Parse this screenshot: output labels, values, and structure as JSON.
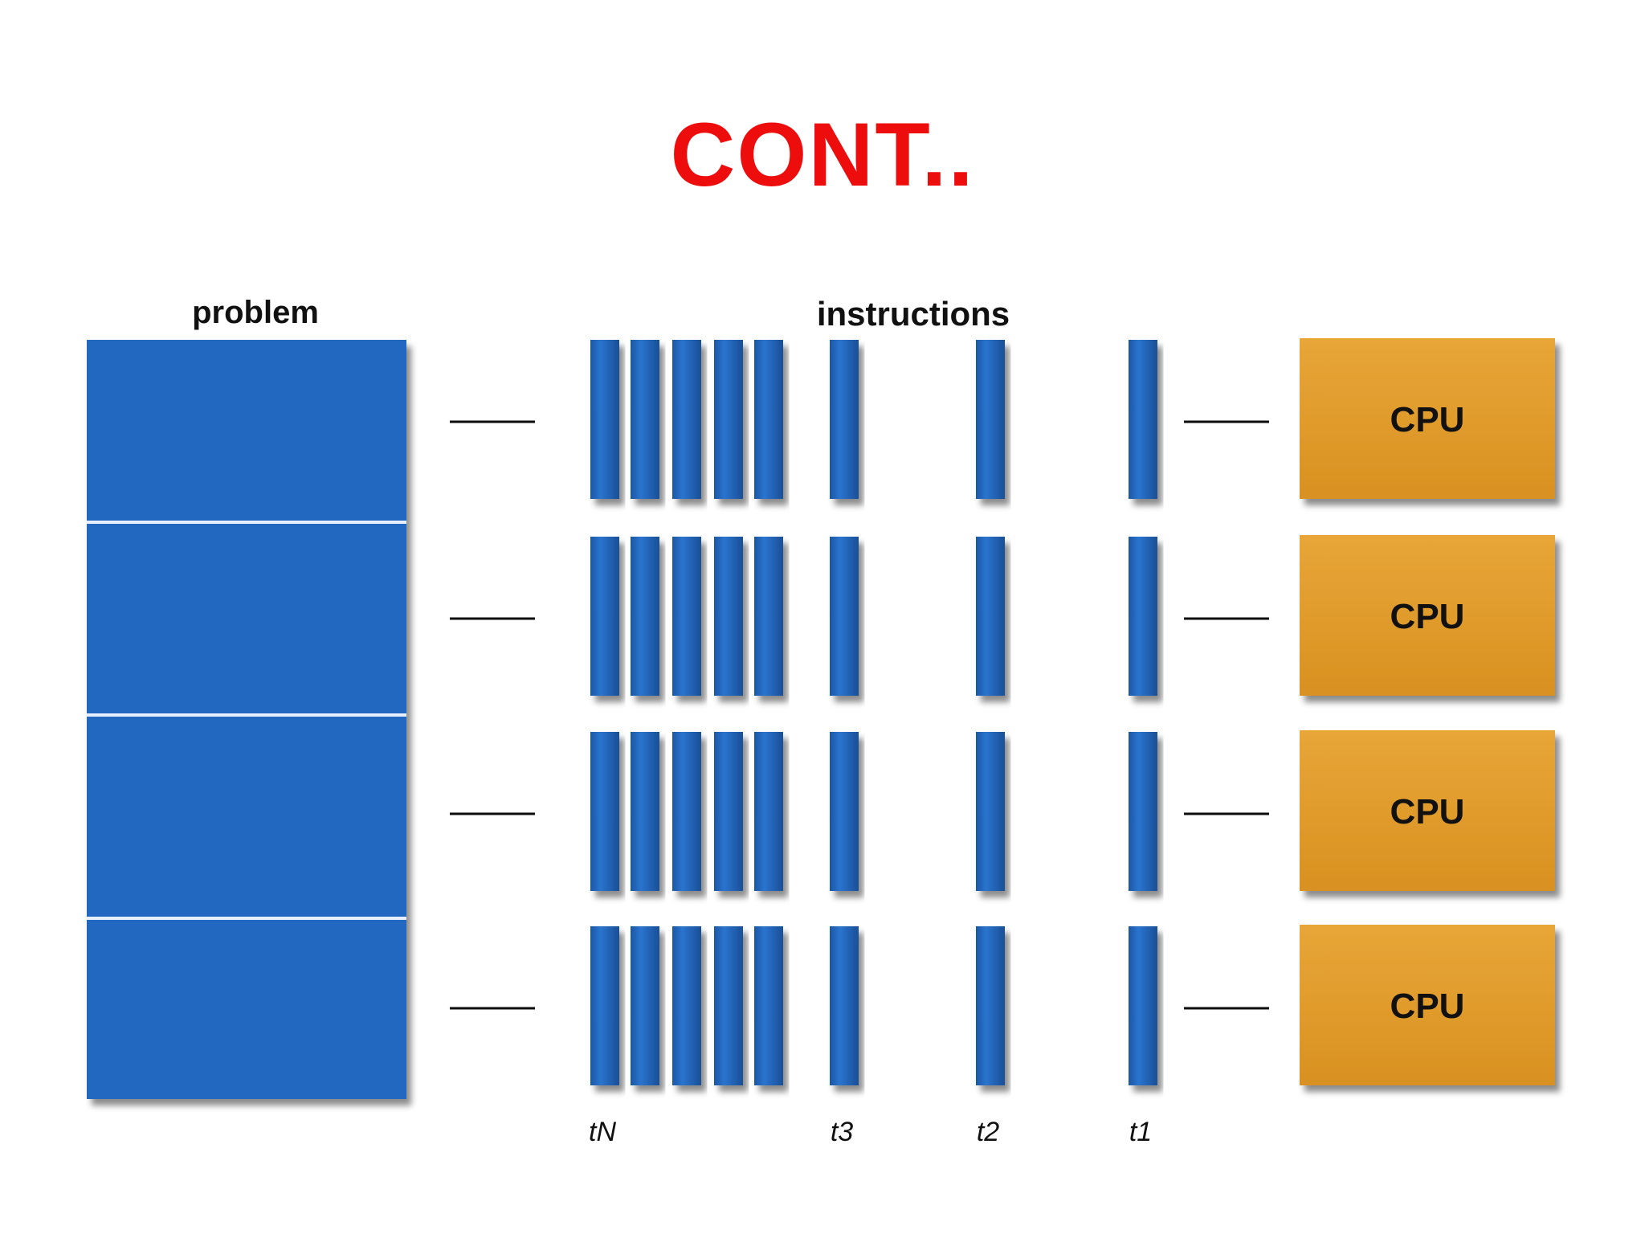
{
  "title": "CONT..",
  "diagram": {
    "problem_label": "problem",
    "instructions_label": "instructions",
    "processor_label": "CPU",
    "rows": 4,
    "time_labels": [
      "tN",
      "t3",
      "t2",
      "t1"
    ],
    "colors": {
      "title": "#ee0d0d",
      "problem_block": "#2168c0",
      "instruction_bar": "#2168c0",
      "cpu_box": "#e09b27",
      "arrow": "#111111",
      "divider": "#e8f0ff"
    }
  }
}
